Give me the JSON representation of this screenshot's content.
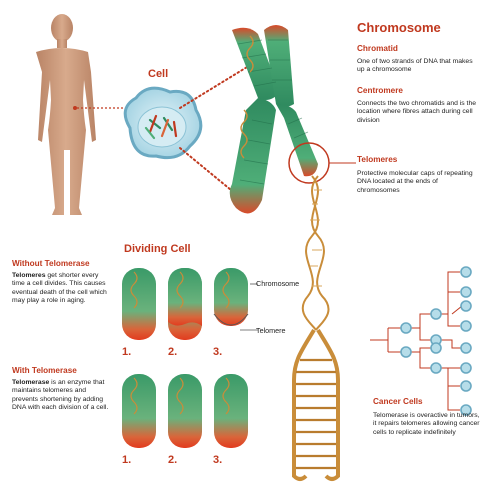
{
  "colors": {
    "accent": "#c0391f",
    "chromatid_green": "#3e9a6c",
    "dna_gold": "#c98d3a",
    "skin": "#c8987a",
    "cell_blue": "#b6dde9",
    "cell_outline": "#6aa9c2"
  },
  "labels": {
    "cell": "Cell",
    "chromosome_title": "Chromosome",
    "dividing_cell": "Dividing Cell",
    "chromosome_marker": "Chromosome",
    "telomere_marker": "Telomere"
  },
  "chromatid": {
    "title": "Chromatid",
    "text": "One of two strands of DNA that makes up a chromosome"
  },
  "centromere": {
    "title": "Centromere",
    "text": "Connects the two chromatids and is the location where fibres attach during cell division"
  },
  "telomeres": {
    "title": "Telomeres",
    "text": "Protective molecular caps of repeating DNA located at the ends of chromosomes"
  },
  "without_telomerase": {
    "title": "Without Telomerase",
    "term": "Telomeres",
    "text": " get shorter every time a cell divides. This causes eventual death of the cell which may play a role in aging."
  },
  "with_telomerase": {
    "title": "With Telomerase",
    "term": "Telomerase",
    "text": " is an enzyme that maintains telomeres and prevents shortening by adding DNA with each division of a cell."
  },
  "steps": [
    "1.",
    "2.",
    "3."
  ],
  "cancer_cells": {
    "title": "Cancer Cells",
    "text": "Telomerase is overactive in tumors, it repairs telomeres allowing cancer cells to replicate indefinitely"
  }
}
